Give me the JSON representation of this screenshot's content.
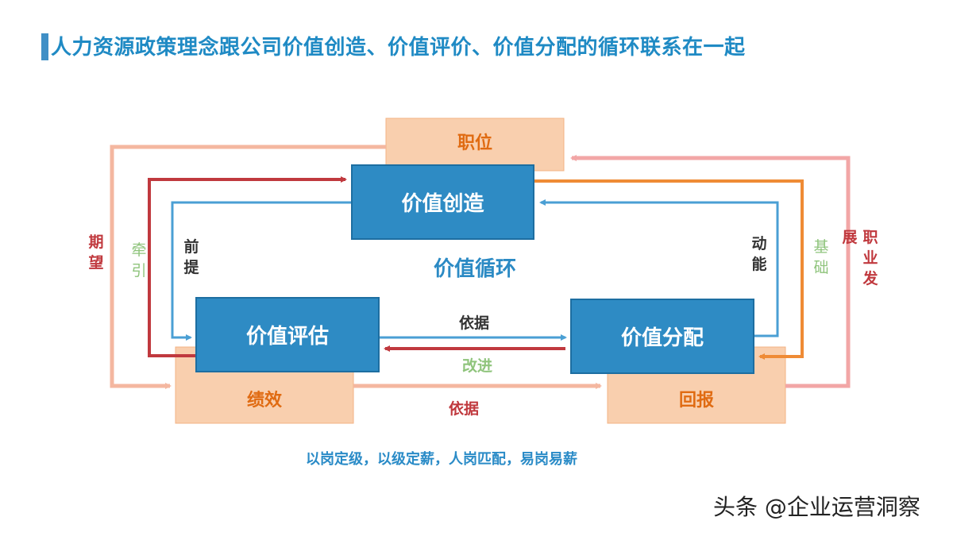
{
  "title": "人力资源政策理念跟公司价值创造、价值评价、价值分配的循环联系在一起",
  "boxes": {
    "creation": "价值创造",
    "evaluation": "价值评估",
    "distribution": "价值分配",
    "position": "职位",
    "performance": "绩效",
    "reward": "回报"
  },
  "center_label": "价值循环",
  "labels": {
    "expectation": "期望",
    "traction": "牵引",
    "premise": "前提",
    "motivation": "动能",
    "foundation": "基础",
    "career_development": "职业发展",
    "basis_top": "依据",
    "improvement": "改进",
    "basis_bottom": "依据"
  },
  "footer": "以岗定级，以级定薪，人岗匹配，易岗易薪",
  "watermark": "头条 @企业运营洞察",
  "colors": {
    "title": "#1f8ac4",
    "main_box": "#2e8bc4",
    "sub_box": "#f9cfae",
    "dark_red": "#c0393e",
    "light_red": "#f2a6a6",
    "salmon": "#f4b7a0",
    "orange": "#ef8b35",
    "blue_line": "#4a9fd4",
    "green_text": "#8fc47c"
  }
}
